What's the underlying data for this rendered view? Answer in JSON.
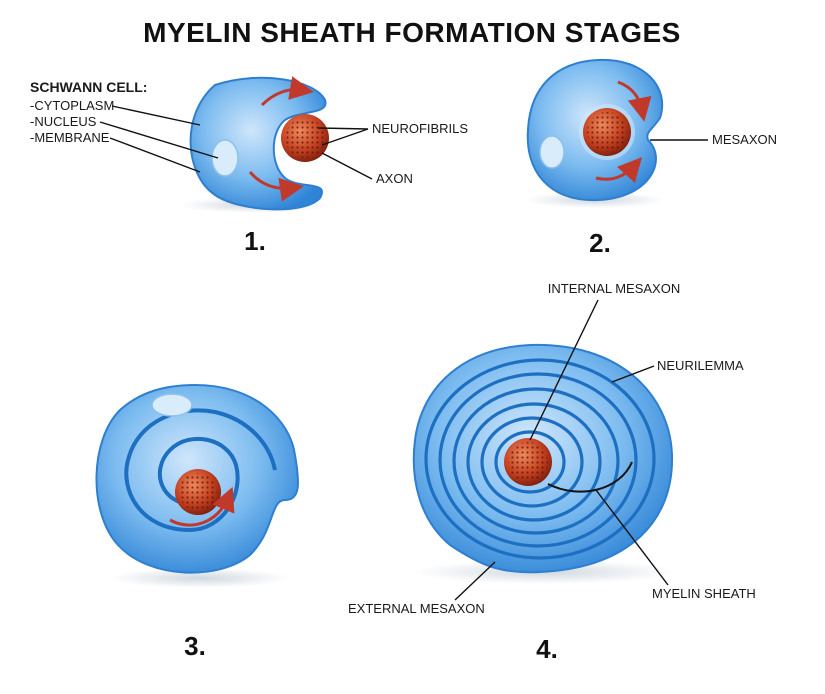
{
  "title": "MYELIN SHEATH FORMATION STAGES",
  "schwann_cell": {
    "heading": "SCHWANN CELL:",
    "parts": [
      "-CYTOPLASM",
      "-NUCLEUS",
      "-MEMBRANE"
    ]
  },
  "labels": {
    "neurofibrils": "NEUROFIBRILS",
    "axon": "AXON",
    "mesaxon": "MESAXON",
    "internal_mesaxon": "INTERNAL MESAXON",
    "neurilemma": "NEURILEMMA",
    "external_mesaxon": "EXTERNAL MESAXON",
    "myelin_sheath": "MYELIN SHEATH"
  },
  "stage_numbers": [
    "1.",
    "2.",
    "3.",
    "4."
  ],
  "colors": {
    "cell_fill": "#6fb3ea",
    "cell_edge": "#2f7fd0",
    "spiral": "#1d6fc2",
    "axon": "#b3361f",
    "arrow": "#c0392b"
  }
}
